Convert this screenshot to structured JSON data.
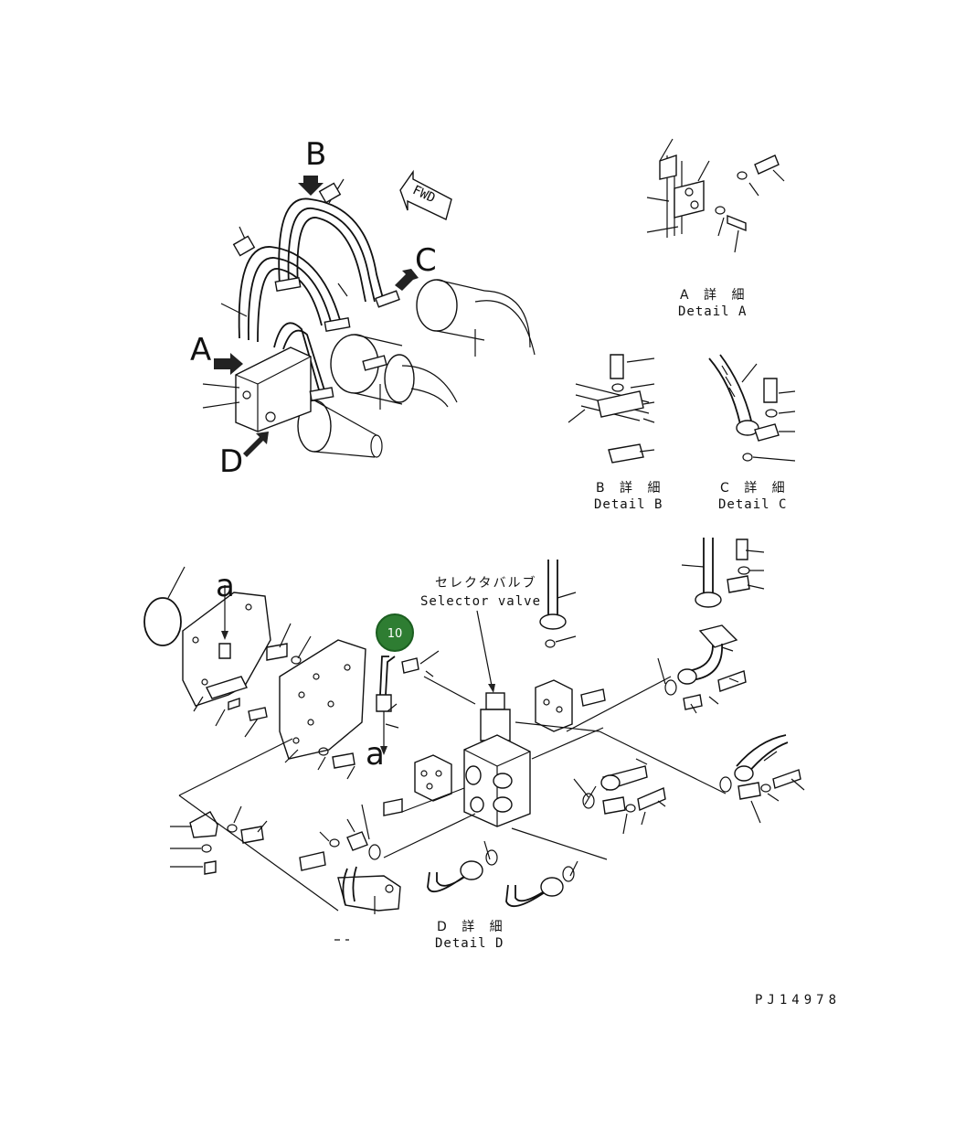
{
  "labels": {
    "view_a": "A",
    "view_b": "B",
    "view_c": "C",
    "view_d": "D",
    "fwd": "FWD",
    "pipe_a_top": "a",
    "pipe_a_bottom": "a"
  },
  "details": {
    "a_jp": "A 詳 細",
    "a_en": "Detail A",
    "b_jp": "B 詳 細",
    "b_en": "Detail B",
    "c_jp": "C 詳 細",
    "c_en": "Detail C",
    "d_jp": "D 詳 細",
    "d_en": "Detail D"
  },
  "selector_valve": {
    "jp": "セレクタバルブ",
    "en": "Selector valve"
  },
  "callout": {
    "number": "10",
    "color": "#2e7d32"
  },
  "drawing_number": "PJ14978",
  "colors": {
    "line": "#111111",
    "background": "#ffffff",
    "callout_fill": "#2e7d32"
  }
}
